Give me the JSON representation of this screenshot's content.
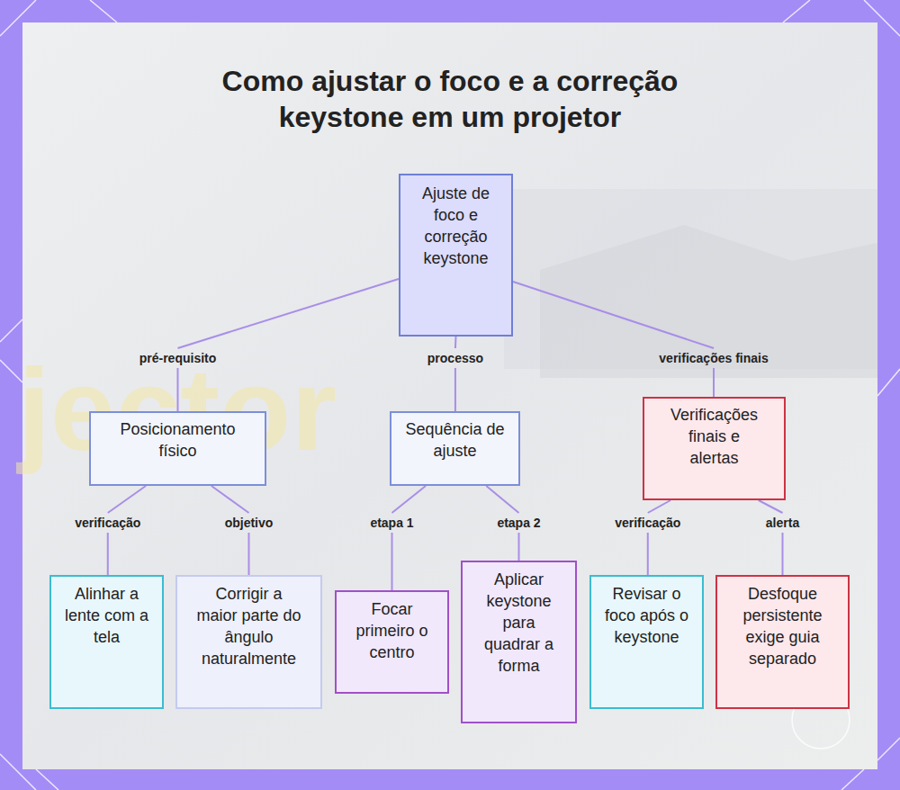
{
  "diagram": {
    "title": "Como ajustar o foco e a correção keystone em um projetor",
    "nodes": [
      {
        "text": [
          "Ajuste de foco e correção keystone"
        ]
      },
      {
        "text": [
          "Posicionamento físico"
        ]
      },
      {
        "text": [
          "Sequência de ajuste"
        ]
      },
      {
        "text": [
          "Verificações finais e alertas"
        ]
      },
      {
        "text": [
          "Alinhar a lente com a tela"
        ]
      },
      {
        "text": [
          "Corrigir a maior parte do ângulo naturalmente"
        ]
      },
      {
        "text": [
          "Focar primeiro o centro"
        ]
      },
      {
        "text": [
          "Aplicar keystone para quadrar a forma"
        ]
      },
      {
        "text": [
          "Revisar o foco após o keystone"
        ]
      },
      {
        "text": [
          "Desfoque persistente exige guia separado"
        ]
      }
    ],
    "edges": [
      {
        "from": 0,
        "to": 1,
        "label": "pré-requisito",
        "arrow": "none"
      },
      {
        "from": 0,
        "to": 2,
        "label": "processo",
        "arrow": "none"
      },
      {
        "from": 0,
        "to": 3,
        "label": "verificações finais",
        "arrow": "none"
      },
      {
        "from": 1,
        "to": 4,
        "label": "verificação",
        "arrow": "none"
      },
      {
        "from": 1,
        "to": 5,
        "label": "objetivo",
        "arrow": "none"
      },
      {
        "from": 2,
        "to": 6,
        "label": "etapa 1",
        "arrow": "none"
      },
      {
        "from": 2,
        "to": 7,
        "label": "etapa 2",
        "arrow": "none"
      },
      {
        "from": 3,
        "to": 8,
        "label": "verificação",
        "arrow": "none"
      },
      {
        "from": 3,
        "to": 9,
        "label": "alerta",
        "arrow": "none"
      }
    ],
    "labels": [
      "jector"
    ]
  }
}
